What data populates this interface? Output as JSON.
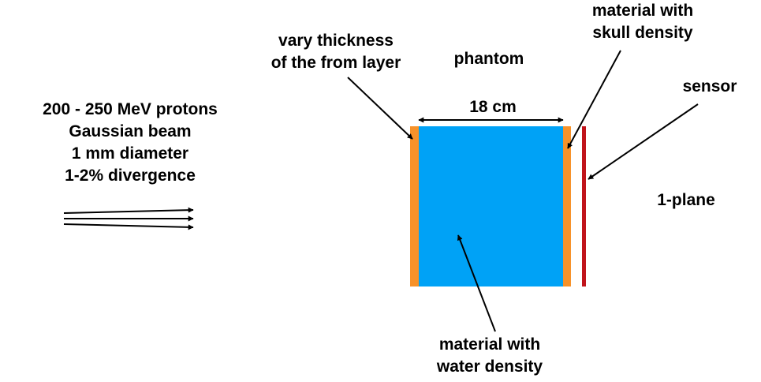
{
  "beam_info": {
    "lines": [
      "200 - 250 MeV protons",
      "Gaussian beam",
      "1 mm diameter",
      "1-2% divergence"
    ]
  },
  "labels": {
    "front_layer": [
      "vary thickness",
      "of the from layer"
    ],
    "phantom": "phantom",
    "width": "18 cm",
    "skull_material": [
      "material with",
      "skull density"
    ],
    "sensor": "sensor",
    "plane": "1-plane",
    "water_material": [
      "material with",
      "water density"
    ]
  },
  "colors": {
    "water": "#00a2f6",
    "skull_layer": "#f7922a",
    "sensor": "#c0141b",
    "arrow": "#000000"
  }
}
